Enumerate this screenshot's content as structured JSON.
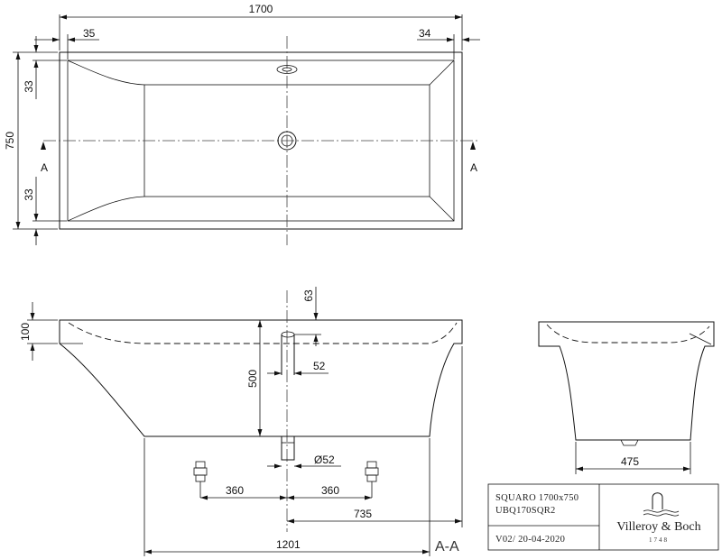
{
  "top_view": {
    "overall_length": "1700",
    "overall_width": "750",
    "rim_left": "35",
    "rim_right": "34",
    "rim_top": "33",
    "rim_bottom": "33",
    "section_left": "A",
    "section_right": "A"
  },
  "side_section": {
    "rim_height": "100",
    "overflow_offset": "63",
    "depth": "500",
    "overflow_dia": "52",
    "waste_dia": "Ø52",
    "tap_left": "360",
    "tap_right": "360",
    "waste_to_end": "735",
    "bottom_length": "1201",
    "section_label": "A-A"
  },
  "end_view": {
    "bottom_width": "475"
  },
  "title_block": {
    "model": "SQUARO 1700x750",
    "code": "UBQ170SQR2",
    "version": "V02/ 20-04-2020",
    "brand": "Villeroy & Boch",
    "since": "1748"
  }
}
